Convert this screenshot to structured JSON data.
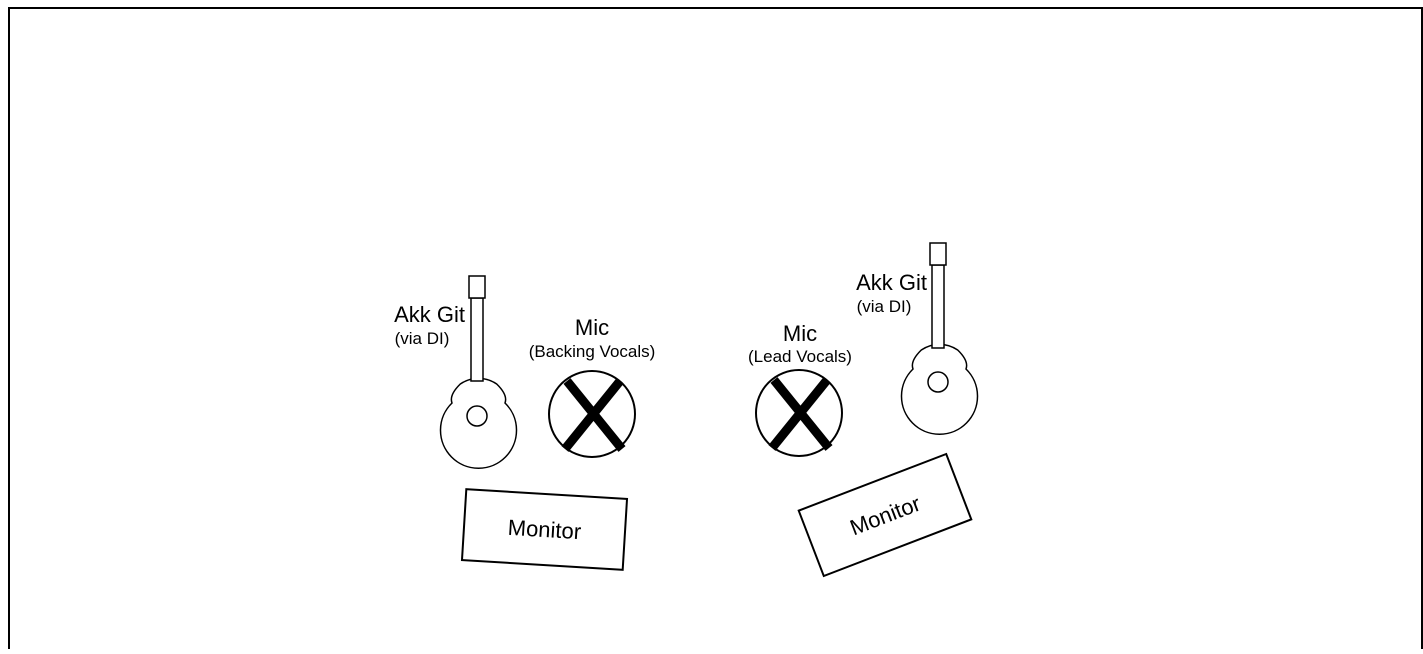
{
  "diagram": {
    "left_guitar": {
      "title": "Akk Git",
      "subtitle": "(via DI)"
    },
    "backing_mic": {
      "title": "Mic",
      "subtitle": "(Backing Vocals)"
    },
    "lead_mic": {
      "title": "Mic",
      "subtitle": "(Lead Vocals)"
    },
    "right_guitar": {
      "title": "Akk Git",
      "subtitle": "(via DI)"
    },
    "left_monitor": {
      "label": "Monitor"
    },
    "right_monitor": {
      "label": "Monitor"
    }
  }
}
